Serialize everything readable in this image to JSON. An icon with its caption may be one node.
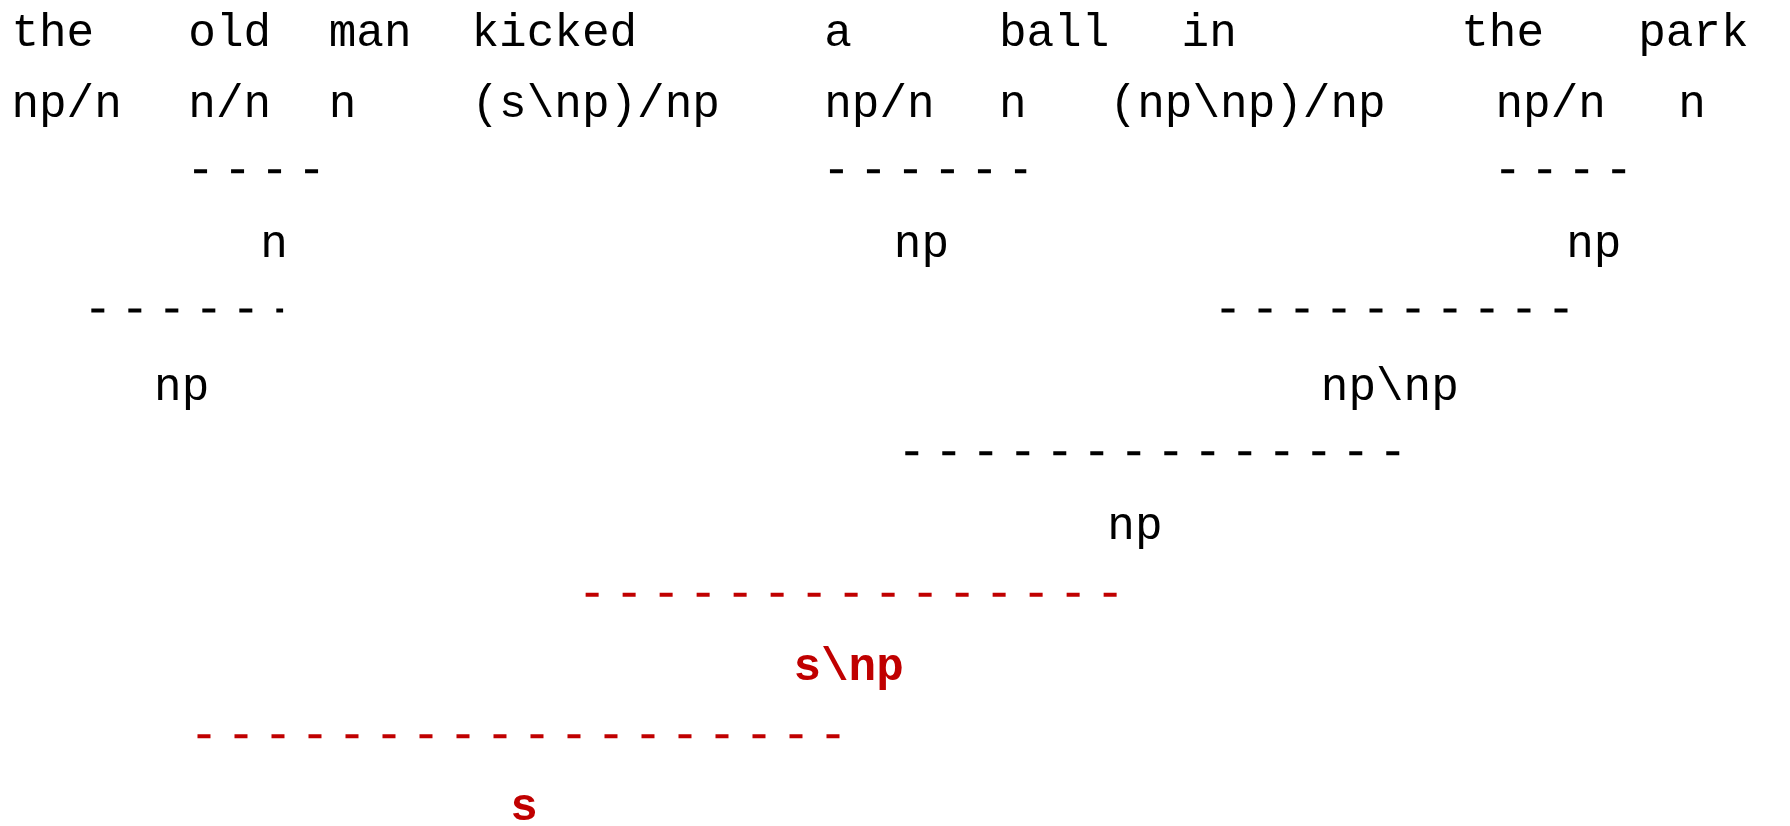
{
  "diagram": {
    "labels": [
      "the",
      "old",
      "man",
      "kicked",
      "a",
      "ball",
      "in",
      "the",
      "park",
      "np/n",
      "n/n",
      "n",
      "(s\\np)/np",
      "np/n",
      "n",
      "(np\\np)/np",
      "np/n",
      "n",
      "n",
      "np",
      "np",
      "np",
      "np\\np",
      "np",
      "s\\np",
      "s"
    ]
  }
}
